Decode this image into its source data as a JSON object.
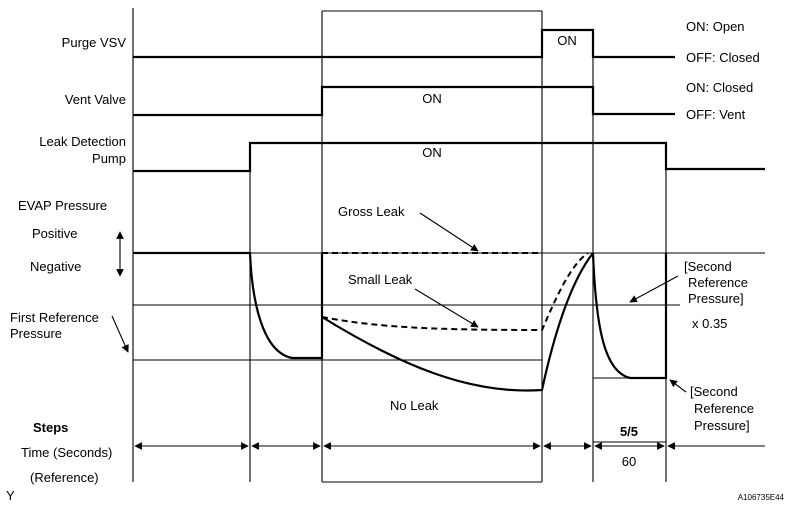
{
  "signals": {
    "purge_vsv": "Purge VSV",
    "vent_valve": "Vent Valve",
    "pump_line1": "Leak Detection",
    "pump_line2": "Pump",
    "evap_pressure": "EVAP Pressure",
    "positive": "Positive",
    "negative": "Negative",
    "first_ref_line1": "First Reference",
    "first_ref_line2": "Pressure"
  },
  "states": {
    "purge_on": "ON: Open",
    "purge_off": "OFF: Closed",
    "vent_on": "ON: Closed",
    "vent_off": "OFF: Vent",
    "on": "ON"
  },
  "curves": {
    "gross_leak": "Gross Leak",
    "small_leak": "Small Leak",
    "no_leak": "No Leak"
  },
  "references": {
    "second_ref_scaled_line1": "[Second",
    "second_ref_scaled_line2": "Reference",
    "second_ref_scaled_line3": "Pressure]",
    "second_ref_scaled_line4": "x 0.35",
    "second_ref_line1": "[Second",
    "second_ref_line2": "Reference",
    "second_ref_line3": "Pressure]"
  },
  "rows": {
    "steps": "Steps",
    "time": "Time (Seconds)",
    "reference": "(Reference)",
    "step_value": "5/5",
    "time_value": "60"
  },
  "footer": {
    "left_mark": "Y",
    "figure_id": "A106735E44"
  }
}
